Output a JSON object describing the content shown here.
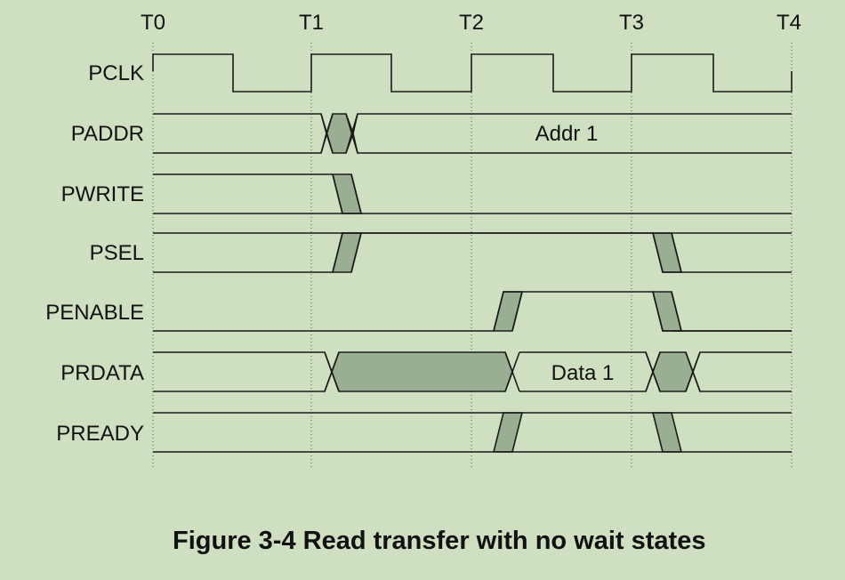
{
  "time_labels": [
    "T0",
    "T1",
    "T2",
    "T3",
    "T4"
  ],
  "signals": {
    "pclk": "PCLK",
    "paddr": "PADDR",
    "pwrite": "PWRITE",
    "psel": "PSEL",
    "penable": "PENABLE",
    "prdata": "PRDATA",
    "pready": "PREADY"
  },
  "bus_values": {
    "paddr": "Addr 1",
    "prdata": "Data 1"
  },
  "caption": "Figure 3-4 Read transfer with no wait states",
  "colors": {
    "background": "#cfe0c0",
    "line": "#1a1a1a",
    "transition_fill": "#9aaf92",
    "grid": "#5a5a5a"
  }
}
